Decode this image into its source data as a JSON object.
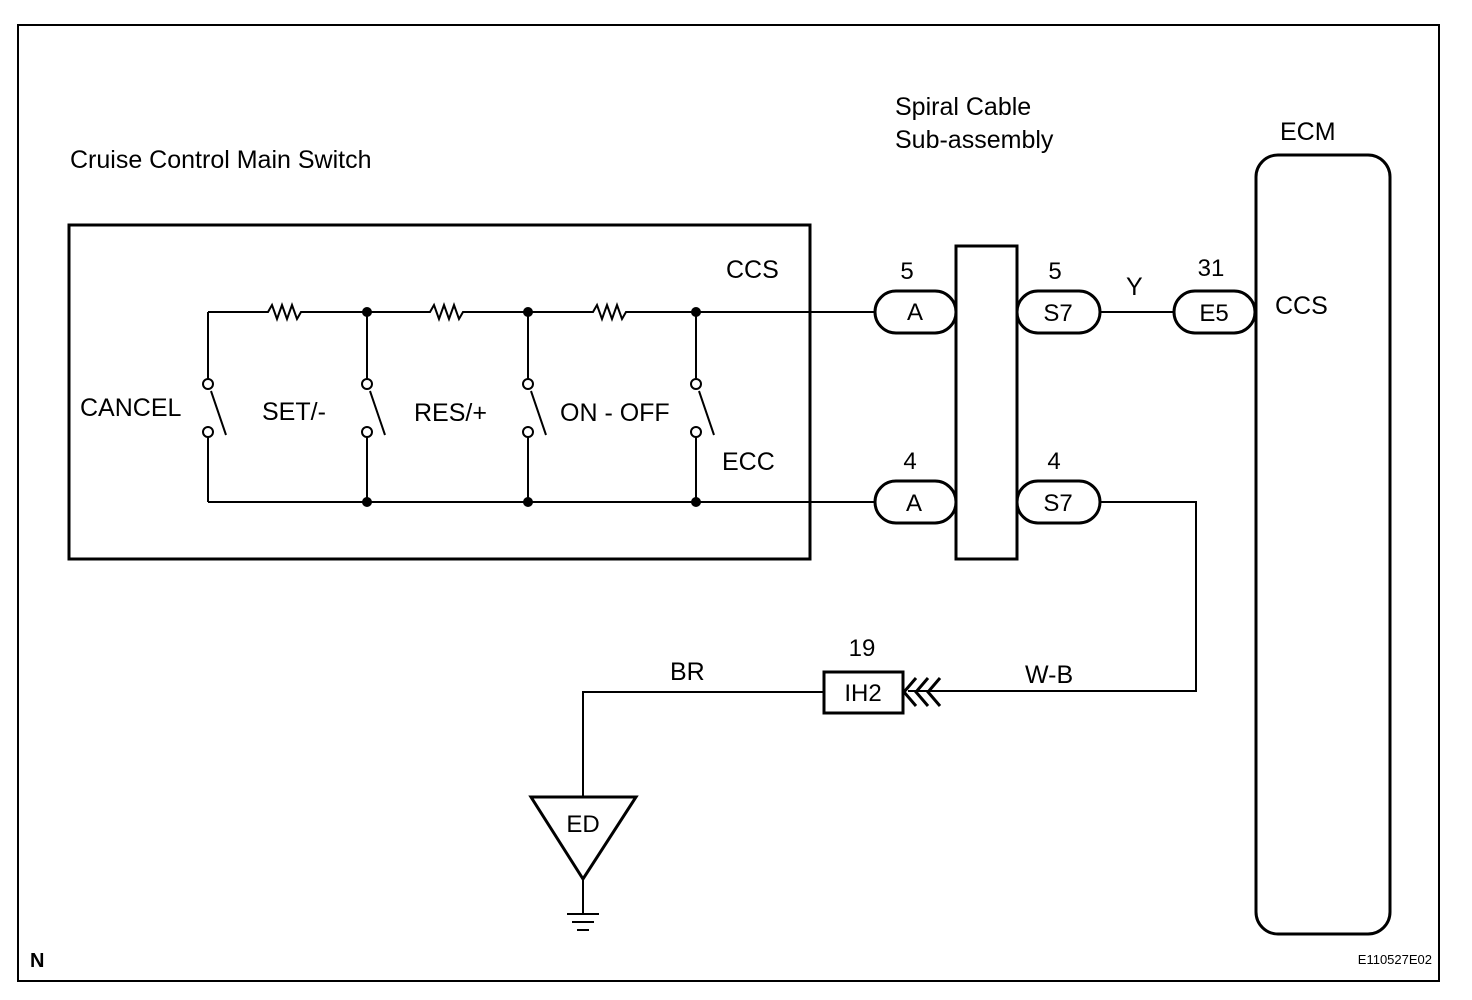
{
  "figure_id": "E110527E02",
  "corner_mark": "N",
  "components": {
    "main_switch": {
      "title": "Cruise Control Main Switch",
      "terminal_ccs": "CCS",
      "terminal_ecc": "ECC",
      "switches": [
        "CANCEL",
        "SET/-",
        "RES/+",
        "ON - OFF"
      ]
    },
    "spiral_cable": {
      "title_line1": "Spiral Cable",
      "title_line2": "Sub-assembly"
    },
    "ecm": {
      "title": "ECM",
      "terminal": "CCS"
    },
    "ground": {
      "label": "ED"
    }
  },
  "connectors": [
    {
      "id": "conn-a-upper",
      "name": "A",
      "pin": "5"
    },
    {
      "id": "conn-a-lower",
      "name": "A",
      "pin": "4"
    },
    {
      "id": "conn-s7-upper",
      "name": "S7",
      "pin": "5"
    },
    {
      "id": "conn-s7-lower",
      "name": "S7",
      "pin": "4"
    },
    {
      "id": "conn-e5",
      "name": "E5",
      "pin": "31"
    },
    {
      "id": "conn-ih2",
      "name": "IH2",
      "pin": "19"
    }
  ],
  "wires": {
    "y": "Y",
    "wb": "W-B",
    "br": "BR"
  }
}
